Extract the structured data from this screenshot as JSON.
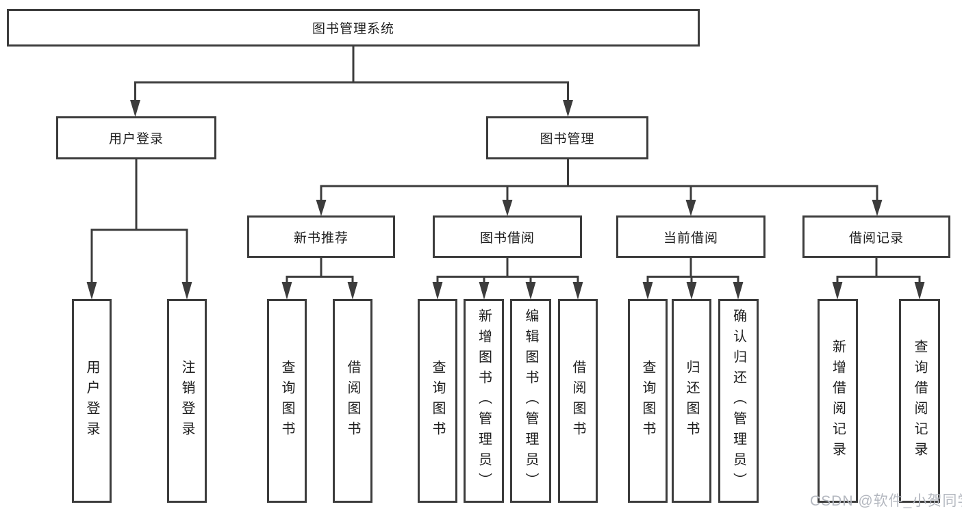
{
  "diagram": {
    "root_label": "图书管理系统",
    "level2": {
      "left": "用户登录",
      "right": "图书管理"
    },
    "level3": [
      "新书推荐",
      "图书借阅",
      "当前借阅",
      "借阅记录"
    ],
    "leaves": {
      "g1": [
        "用户登录",
        "注销登录"
      ],
      "g2": [
        "查询图书",
        "借阅图书"
      ],
      "g3": [
        "查询图书",
        "新增图书（管理员）",
        "编辑图书（管理员）",
        "借阅图书"
      ],
      "g4": [
        "查询图书",
        "归还图书",
        "确认归还（管理员）"
      ],
      "g5": [
        "新增借阅记录",
        "查询借阅记录"
      ]
    },
    "colors": {
      "line": "#3c3c3c",
      "box_border": "#3c3c3c",
      "text": "#1e1e1e",
      "watermark": "#b3b7bf",
      "background": "#ffffff"
    },
    "watermark": "CSDN @软件_小贺同学"
  }
}
